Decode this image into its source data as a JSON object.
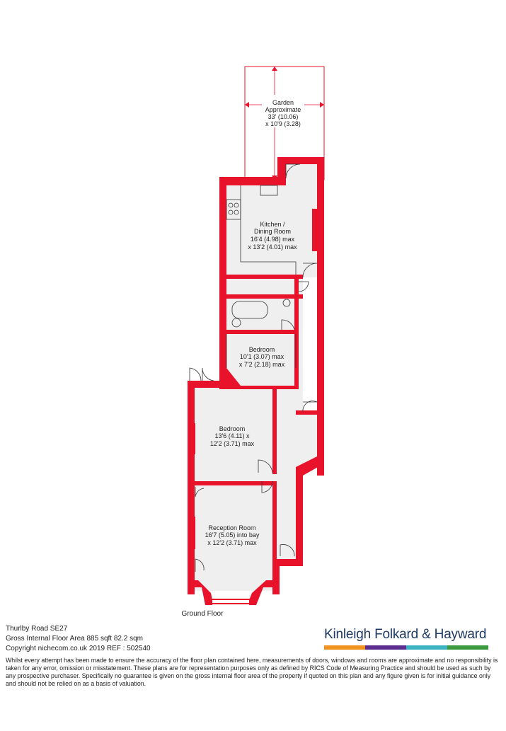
{
  "rooms": {
    "garden": {
      "name": "Garden",
      "line2": "Approximate",
      "line3": "33' (10.06)",
      "line4": "x 10'9 (3.28)"
    },
    "kitchen": {
      "name": "Kitchen /",
      "line2": "Dining Room",
      "line3": "16'4 (4.98) max",
      "line4": "x 13'2 (4.01) max"
    },
    "bedroom_small": {
      "name": "Bedroom",
      "line2": "10'1 (3.07) max",
      "line3": "x 7'2 (2.18) max"
    },
    "bedroom_large": {
      "name": "Bedroom",
      "line2": "13'6 (4.11) x",
      "line3": "12'2 (3.71) max"
    },
    "reception": {
      "name": "Reception Room",
      "line2": "16'7 (5.05) into bay",
      "line3": "x 12'2 (3.71) max"
    }
  },
  "floor_caption": "Ground Floor",
  "footer": {
    "address": "Thurlby Road  SE27",
    "area": "Gross Internal Floor Area 885 sqft 82.2 sqm",
    "copyright": "Copyright nichecom.co.uk 2019 REF : 502540",
    "disclaimer": "Whilst every attempt has been made to ensure the accuracy of the floor plan contained here, measurements of doors, windows and rooms are approximate and no responsibility is taken for any error, omission or misstatement.  These plans are for representation purposes only as defined by RICS Code of Measuring Practice and should be used as such by any prospective purchaser.  Specifically no guarantee is given on the gross internal floor area of the property if quoted on this plan and any figure given is for initial guidance only and should not be relied on as a basis of valuation."
  },
  "brand": {
    "name": "Kinleigh Folkard & Hayward",
    "bar_colors": [
      "#f0931c",
      "#5b2d8e",
      "#3bb3c3",
      "#3c9a3f"
    ]
  },
  "colors": {
    "wall": "#e8132b",
    "floor": "#efefef",
    "brand_text": "#1e3a63"
  }
}
